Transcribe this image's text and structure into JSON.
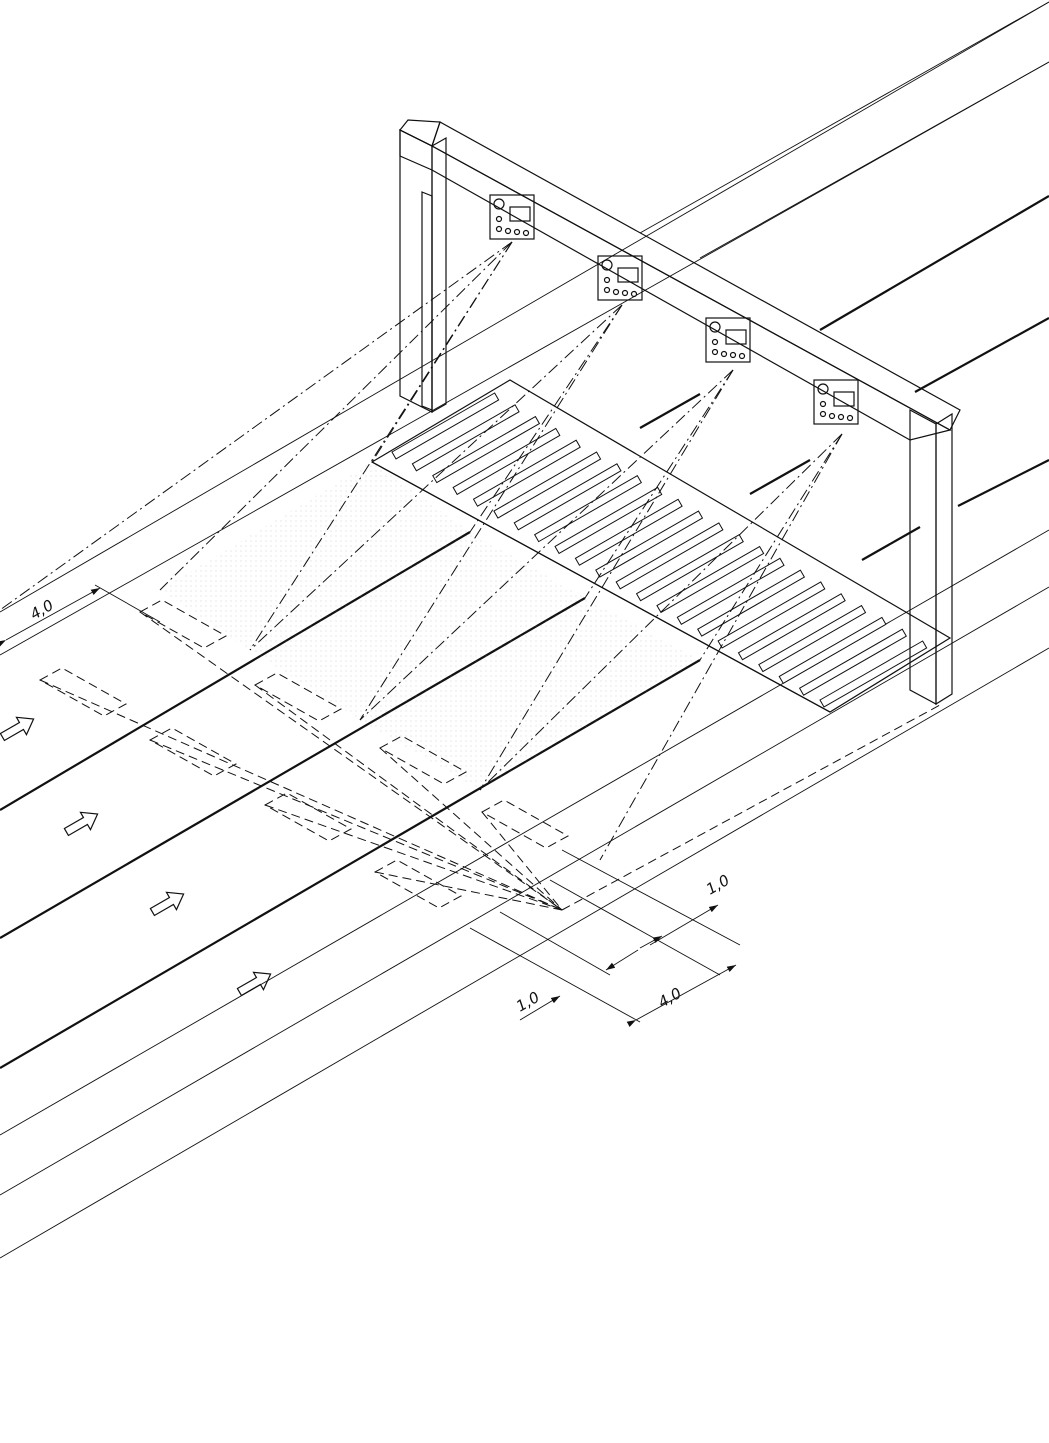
{
  "dimensions": {
    "top_left_4": "4,0",
    "right_top_1": "1,0",
    "right_bottom_1": "1,0",
    "right_4": "4,0"
  },
  "icons": {
    "direction": "hollow-arrow-icon",
    "camera": "camera-unit-icon"
  },
  "colors": {
    "line": "#111111",
    "background": "#ffffff"
  }
}
